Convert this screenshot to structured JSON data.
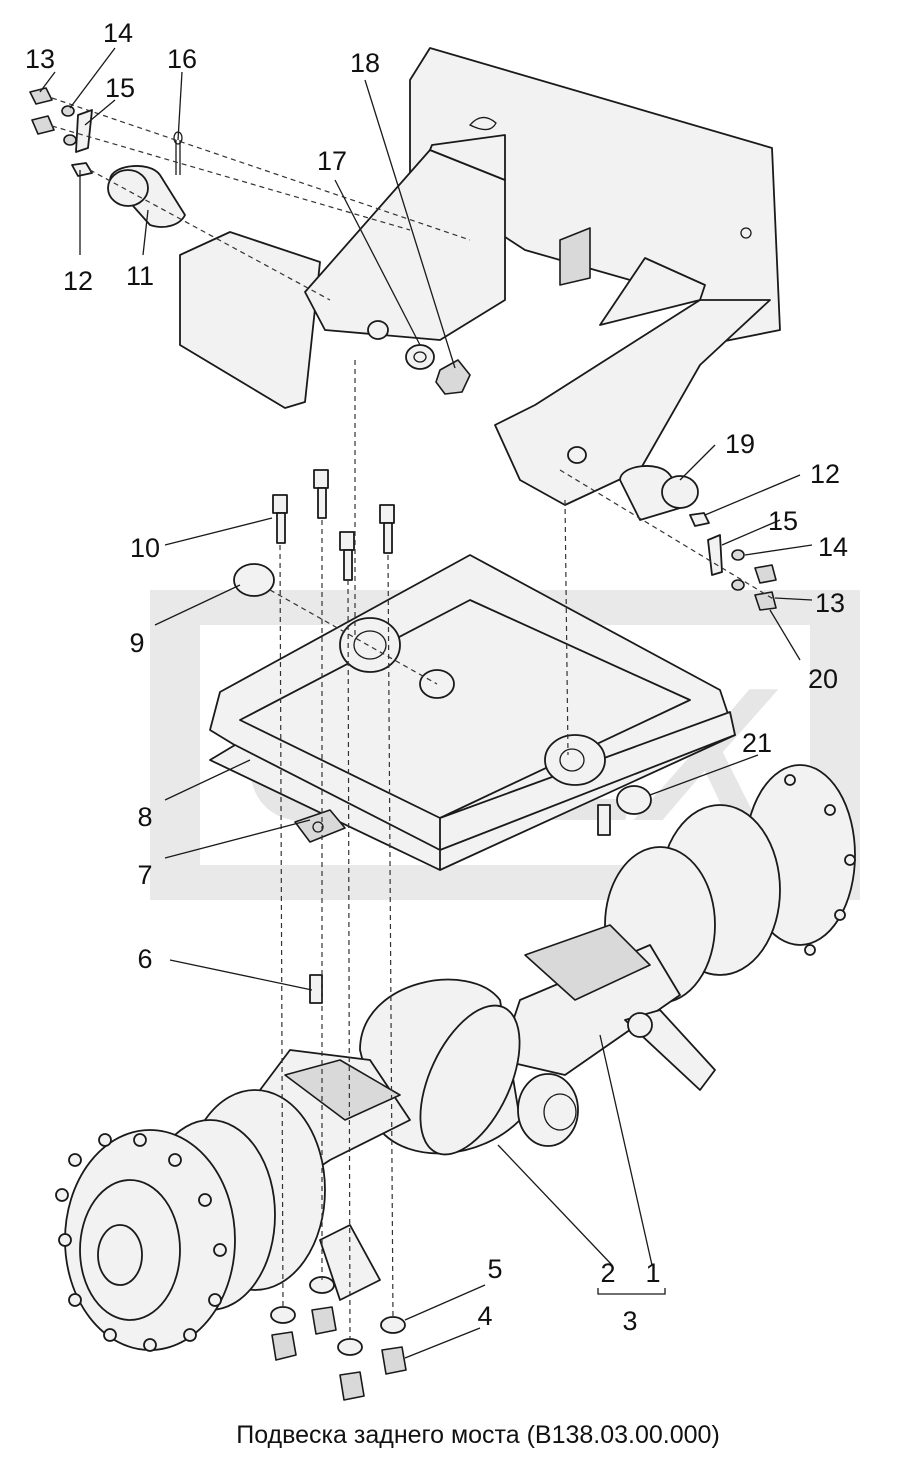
{
  "caption": "Подвеска заднего моста (В138.03.00.000)",
  "watermark": "ОРЕХ",
  "callouts": {
    "c1": "1",
    "c2": "2",
    "c3": "3",
    "c4": "4",
    "c5": "5",
    "c6": "6",
    "c7": "7",
    "c8": "8",
    "c9": "9",
    "c10": "10",
    "c11": "11",
    "c12a": "12",
    "c12b": "12",
    "c13a": "13",
    "c13b": "13",
    "c14a": "14",
    "c14b": "14",
    "c15a": "15",
    "c15b": "15",
    "c16": "16",
    "c17": "17",
    "c18": "18",
    "c19": "19",
    "c20": "20",
    "c21": "21"
  }
}
